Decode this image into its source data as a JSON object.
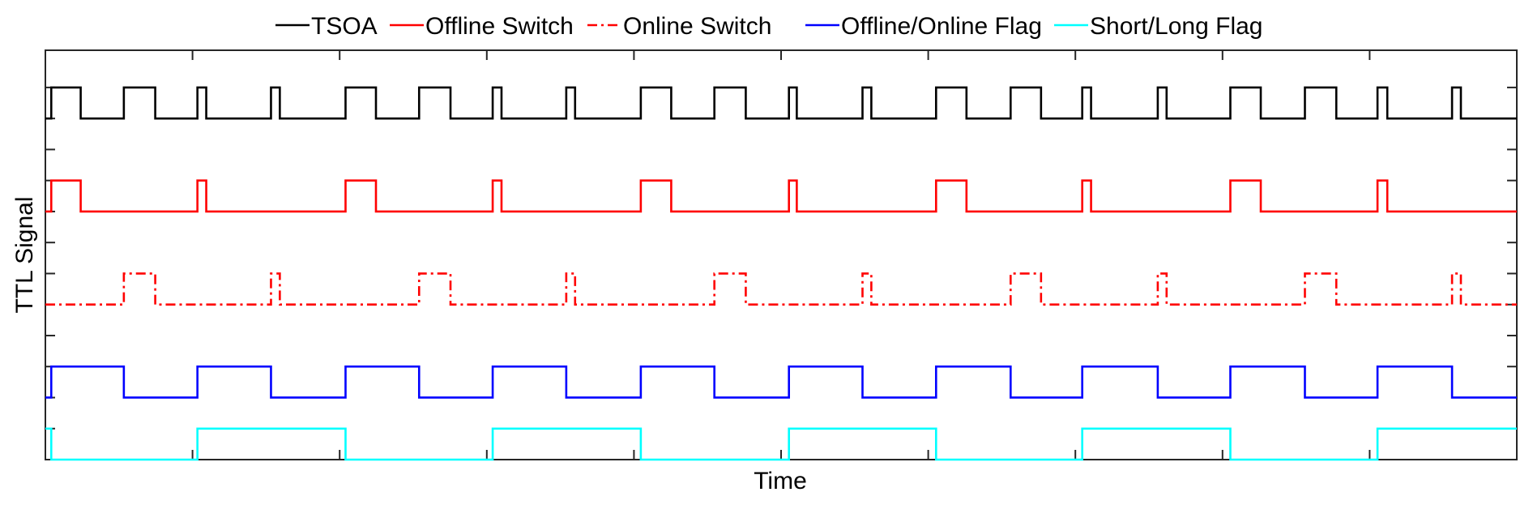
{
  "chart_data": {
    "type": "line",
    "title": "",
    "xlabel": "Time",
    "ylabel": "TTL Signal",
    "xlim": [
      0,
      1500
    ],
    "ylim": [
      0,
      13.2
    ],
    "grid": false,
    "legend_position": "top-center",
    "legend": [
      "TSOA",
      "Offline Switch",
      "Online Switch",
      "Offline/Online Flag",
      "Short/Long Flag"
    ],
    "series": [
      {
        "name": "TSOA",
        "color": "#000000",
        "dash": "solid",
        "low": 11.0,
        "high": 12.0,
        "transitions": [
          6,
          36,
          80,
          112,
          155,
          164,
          230,
          239,
          306,
          337,
          381,
          413,
          456,
          465,
          531,
          540,
          607,
          638,
          682,
          714,
          758,
          766,
          833,
          842,
          908,
          939,
          984,
          1015,
          1057,
          1066,
          1134,
          1143,
          1208,
          1239,
          1284,
          1316,
          1358,
          1368,
          1434,
          1443
        ],
        "start_high": false
      },
      {
        "name": "Offline Switch",
        "color": "#ff0000",
        "dash": "solid",
        "low": 8.0,
        "high": 9.0,
        "transitions": [
          6,
          36,
          155,
          164,
          306,
          337,
          456,
          465,
          607,
          638,
          758,
          766,
          908,
          939,
          1057,
          1066,
          1208,
          1239,
          1358,
          1368
        ],
        "start_high": false
      },
      {
        "name": "Online Switch",
        "color": "#ff0000",
        "dash": "dashdot",
        "low": 5.0,
        "high": 6.0,
        "transitions": [
          80,
          112,
          230,
          239,
          381,
          413,
          531,
          540,
          682,
          714,
          833,
          842,
          984,
          1015,
          1134,
          1143,
          1284,
          1316,
          1434,
          1443
        ],
        "start_high": false
      },
      {
        "name": "Offline/Online Flag",
        "color": "#0000ff",
        "dash": "solid",
        "low": 2.0,
        "high": 3.0,
        "transitions": [
          6,
          80,
          155,
          230,
          306,
          381,
          456,
          531,
          607,
          682,
          758,
          833,
          908,
          984,
          1057,
          1134,
          1208,
          1284,
          1358,
          1434
        ],
        "start_high": false
      },
      {
        "name": "Short/Long Flag",
        "color": "#00ffff",
        "dash": "solid",
        "low": 0.0,
        "high": 1.0,
        "transitions": [
          6,
          155,
          306,
          456,
          607,
          758,
          908,
          1057,
          1208,
          1358
        ],
        "start_high": true
      }
    ],
    "x_ticks": [
      150,
      300,
      450,
      600,
      750,
      900,
      1050,
      1200,
      1350
    ],
    "y_ticks": [
      0,
      1,
      2,
      3,
      4,
      5,
      6,
      7,
      8,
      9,
      10,
      11,
      12
    ]
  }
}
